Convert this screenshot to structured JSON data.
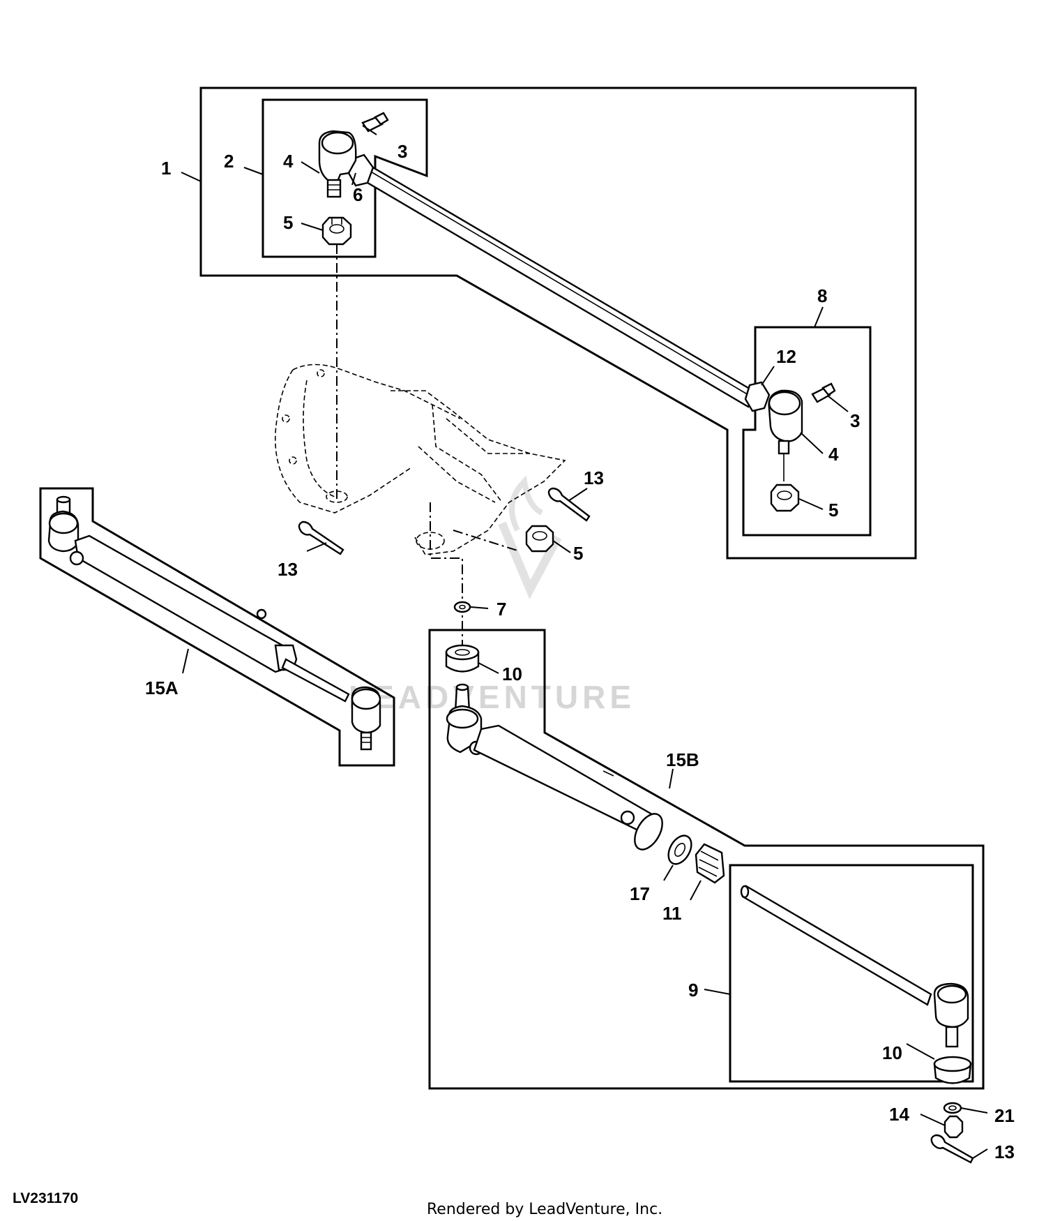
{
  "diagram": {
    "figure_id": "LV231170",
    "credit": "Rendered by LeadVenture, Inc.",
    "watermark": "LEADVENTURE",
    "callouts": {
      "c1": "1",
      "c2": "2",
      "c3a": "3",
      "c4a": "4",
      "c5a": "5",
      "c6": "6",
      "c8": "8",
      "c12": "12",
      "c3b": "3",
      "c4b": "4",
      "c5b": "5",
      "c13a": "13",
      "c5c": "5",
      "c13b": "13",
      "c7": "7",
      "c10a": "10",
      "c15a": "15A",
      "c15b": "15B",
      "c17": "17",
      "c11": "11",
      "c9": "9",
      "c10b": "10",
      "c14": "14",
      "c21": "21",
      "c13c": "13"
    }
  }
}
